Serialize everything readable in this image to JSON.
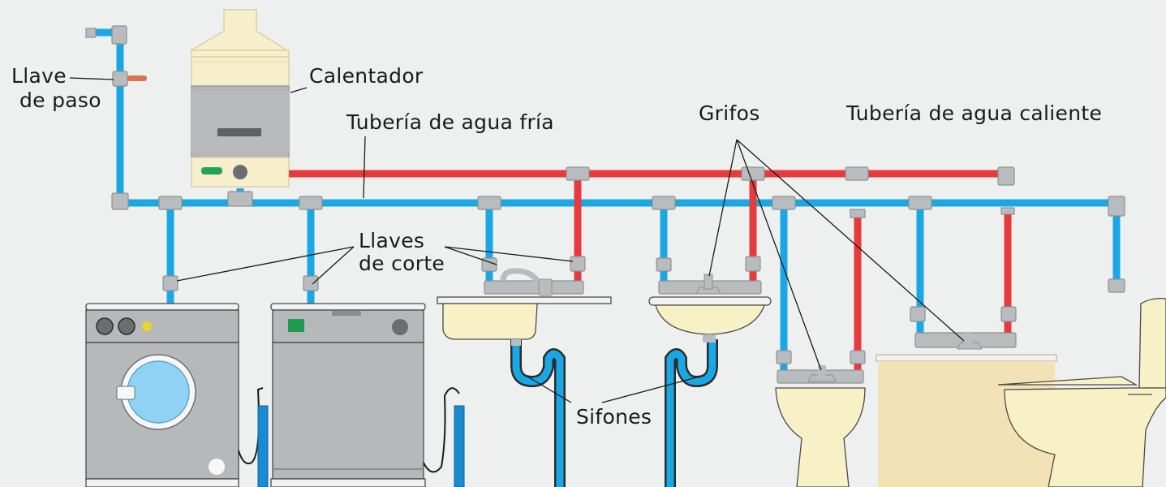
{
  "labels": {
    "stopcock": "Llave\nde paso",
    "heater": "Calentador",
    "cold_pipe": "Tubería de agua fría",
    "taps": "Grifos",
    "hot_pipe": "Tubería de agua caliente",
    "shutoff_valves": "Llaves\nde corte",
    "traps": "Sifones"
  },
  "colors": {
    "cold": "#19a8e3",
    "hot": "#e63a3d",
    "fitting": "#b9bcbf",
    "background": "#eef0f0",
    "cream": "#f9f1c6",
    "appliance": "#b6b8ba",
    "appliance_dark": "#6b6e70",
    "outline": "#4a4a4a"
  },
  "icons": [
    "washing-machine-icon",
    "dishwasher-icon",
    "water-heater-icon",
    "sink-icon",
    "washbasin-icon",
    "bidet-icon",
    "bathtub-icon",
    "toilet-icon"
  ]
}
